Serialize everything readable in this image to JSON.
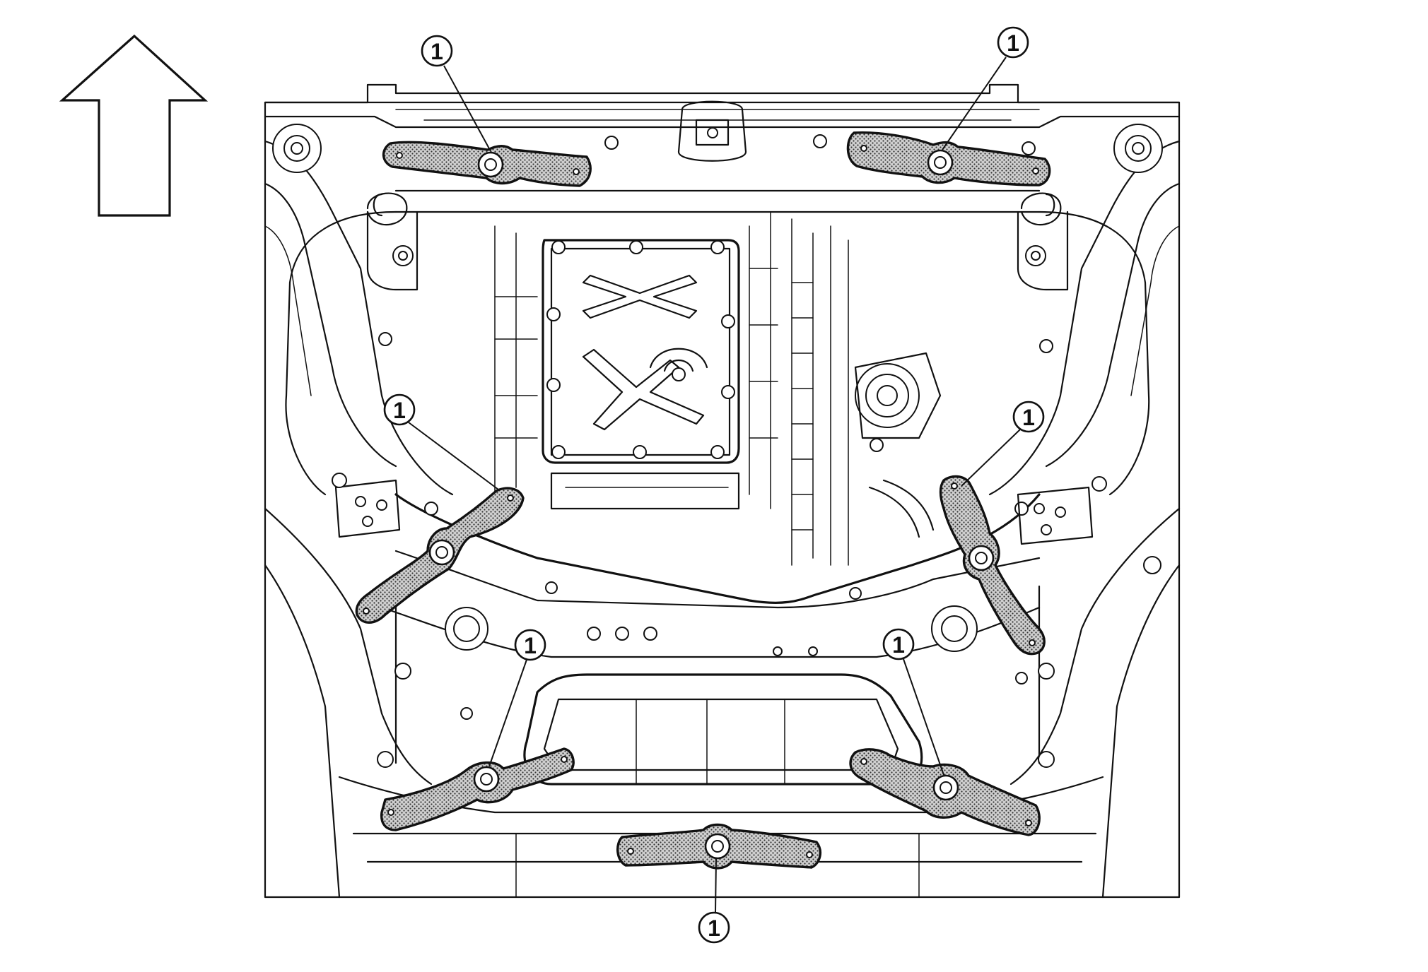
{
  "figure": {
    "direction_arrow": "front-direction-arrow"
  },
  "callouts": [
    {
      "id": "c1",
      "label": "1"
    },
    {
      "id": "c2",
      "label": "1"
    },
    {
      "id": "c3",
      "label": "1"
    },
    {
      "id": "c4",
      "label": "1"
    },
    {
      "id": "c5",
      "label": "1"
    },
    {
      "id": "c6",
      "label": "1"
    },
    {
      "id": "c7",
      "label": "1"
    }
  ]
}
